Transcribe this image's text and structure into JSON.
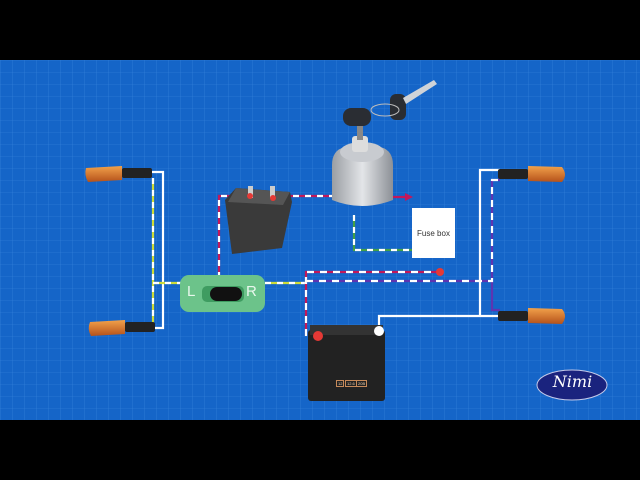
{
  "fuse_box": {
    "label": "Fuse box"
  },
  "switch": {
    "left_label": "L",
    "right_label": "R"
  },
  "battery": {
    "labels": [
      "12",
      "12.6",
      "20B"
    ]
  },
  "logo": {
    "text": "Nimi"
  },
  "colors": {
    "background": "#1565c8",
    "grid": "#3a86dc",
    "red_wire": "#c2185b",
    "purple_wire": "#5e35b1",
    "green_wire": "#43a047",
    "yellow_wire": "#cddc39",
    "switch": "#6cc38a"
  }
}
